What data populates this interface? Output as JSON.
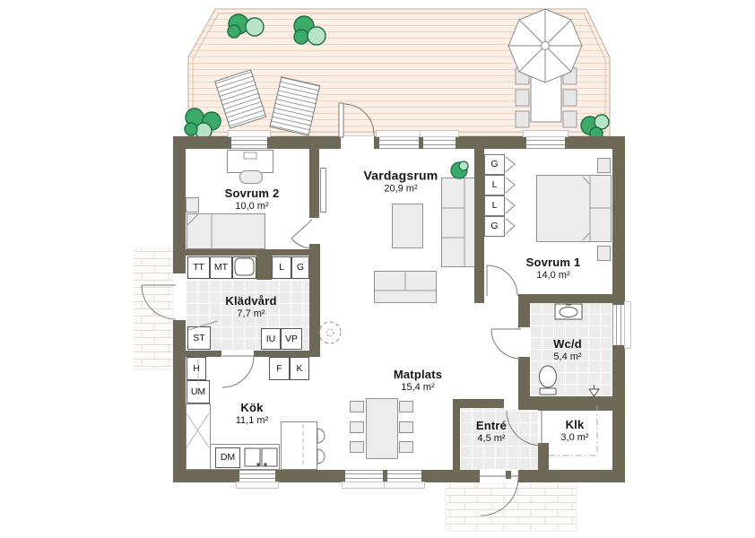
{
  "plan": {
    "rooms": [
      {
        "name": "Sovrum 2",
        "area": "10,0 m²"
      },
      {
        "name": "Vardagsrum",
        "area": "20,9 m²"
      },
      {
        "name": "Sovrum 1",
        "area": "14,0 m²"
      },
      {
        "name": "Klädvård",
        "area": "7,7 m²"
      },
      {
        "name": "Wc/d",
        "area": "5,4 m²"
      },
      {
        "name": "Kök",
        "area": "11,1 m²"
      },
      {
        "name": "Matplats",
        "area": "15,4 m²"
      },
      {
        "name": "Entré",
        "area": "4,5 m²"
      },
      {
        "name": "Klk",
        "area": "3,0 m²"
      }
    ],
    "fixtures": {
      "tt": "TT",
      "mt": "MT",
      "l": "L",
      "g": "G",
      "st": "ST",
      "iu": "IU",
      "vp": "VP",
      "h": "H",
      "um": "UM",
      "f": "F",
      "k": "K",
      "dm": "DM",
      "closet": [
        "G",
        "L",
        "L",
        "G"
      ]
    },
    "colors": {
      "wall": "#6e6857",
      "deck": "#fcefe5",
      "deck_line": "#f1d4c2",
      "tile": "#ebebeb",
      "tree": "#3cab69",
      "tree_light": "#b7e3c6",
      "tree_outline": "#1d6f44"
    }
  }
}
